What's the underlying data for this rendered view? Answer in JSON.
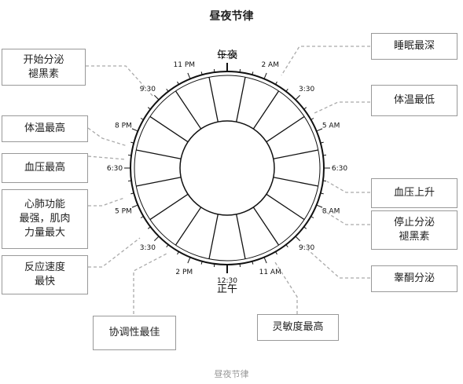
{
  "title": "昼夜节律",
  "caption": "昼夜节律",
  "clock": {
    "top": "午夜",
    "bottom": "正午",
    "times": [
      "11 PM",
      "12:30",
      "2 AM",
      "3:30",
      "5 AM",
      "6:30",
      "8 AM",
      "9:30",
      "11 AM",
      "12:30",
      "2 PM",
      "3:30",
      "5 PM",
      "6:30",
      "8 PM",
      "9:30"
    ]
  },
  "boxes": {
    "melatonin_start": "开始分泌\n褪黑素",
    "temp_high": "体温最高",
    "bp_high": "血压最高",
    "cardio": "心肺功能\n最强，肌肉\n力量最大",
    "reaction": "反应速度\n最快",
    "coordination": "协调性最佳",
    "deep_sleep": "睡眠最深",
    "temp_low": "体温最低",
    "bp_rise": "血压上升",
    "melatonin_stop": "停止分泌\n褪黑素",
    "testosterone": "睾酮分泌",
    "alertness": "灵敏度最高"
  }
}
